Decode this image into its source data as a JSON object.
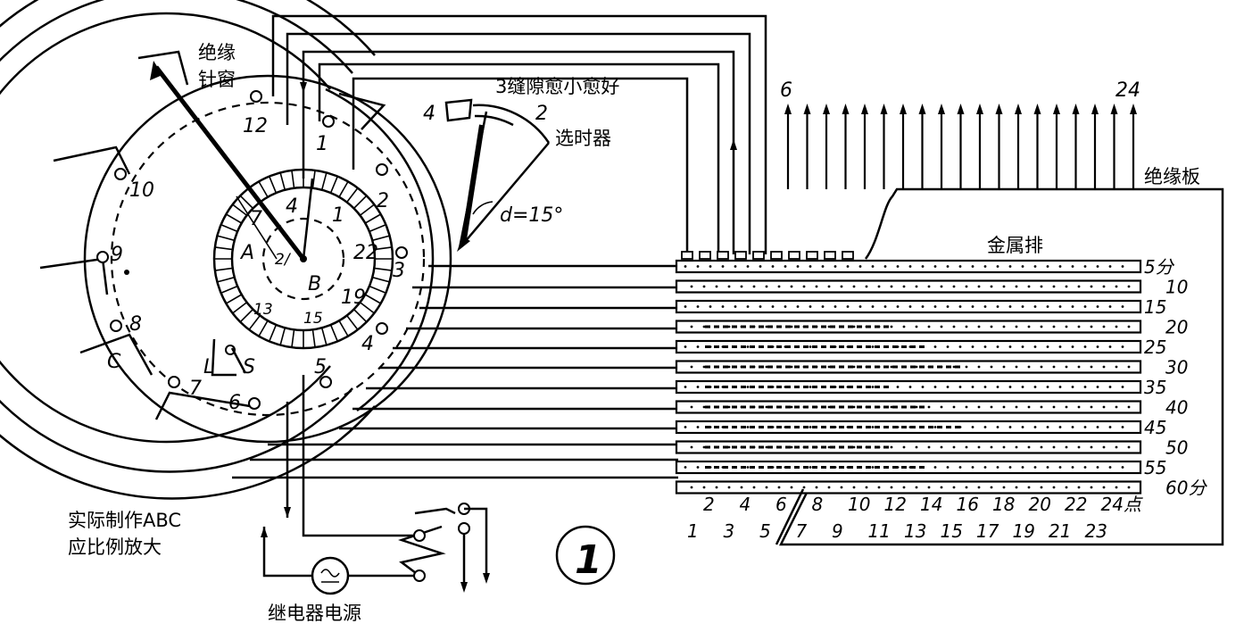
{
  "dial_labels": {
    "insulated_needle": [
      "绝缘",
      "针窗"
    ],
    "outer_numbers": [
      "12",
      "1",
      "2",
      "3",
      "4",
      "5",
      "6",
      "7",
      "8",
      "9",
      "10"
    ],
    "inner_numbers": [
      "7",
      "4",
      "1",
      "22",
      "19",
      "15",
      "13"
    ],
    "sector_letters": [
      "A",
      "B",
      "C"
    ],
    "switch_letters": [
      "L",
      "S"
    ],
    "center_mark": "2/"
  },
  "selector": {
    "note": "3缝隙愈小愈好",
    "left_tab": "4",
    "right_tab": "2",
    "label": "选时器",
    "angle_label": "d=15°"
  },
  "pins": {
    "first": "6",
    "last": "24"
  },
  "insulation_board": "绝缘板",
  "metal_bar": "金属排",
  "minute_labels": [
    "5分",
    "10",
    "15",
    "20",
    "25",
    "30",
    "35",
    "40",
    "45",
    "50",
    "55",
    "60分"
  ],
  "hour_labels_top": [
    "2",
    "4",
    "6",
    "8",
    "10",
    "12",
    "14",
    "16",
    "18",
    "20",
    "22",
    "24点"
  ],
  "hour_labels_bottom": [
    "1",
    "3",
    "5",
    "7",
    "9",
    "11",
    "13",
    "15",
    "17",
    "19",
    "21",
    "23"
  ],
  "note_text": [
    "实际制作ABC",
    "应比例放大"
  ],
  "power_label": "继电器电源",
  "figure_number": "1"
}
